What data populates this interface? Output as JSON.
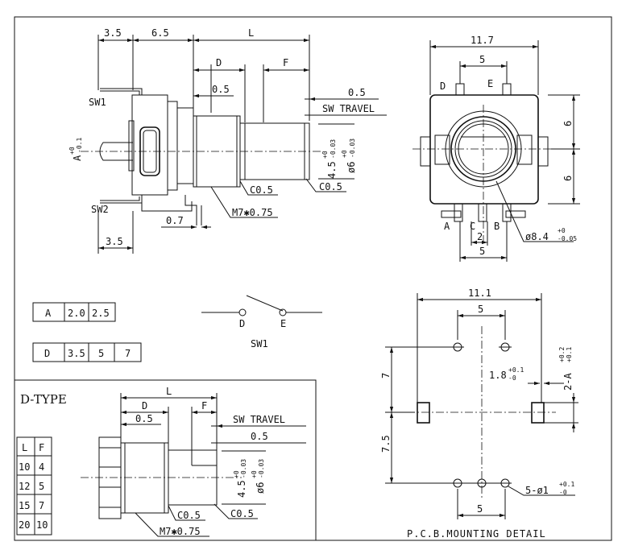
{
  "side_view": {
    "dim_3_5": "3.5",
    "dim_6_5": "6.5",
    "dim_L": "L",
    "dim_D": "D",
    "dim_F": "F",
    "dim_0_5_left": "0.5",
    "dim_0_5_right": "0.5",
    "sw_travel": "SW TRAVEL",
    "sw1": "SW1",
    "sw2": "SW2",
    "tol_A": "A",
    "tol_A_sup": "+0",
    "tol_A_sub": "-0.1",
    "tol_45": "4.5",
    "tol_45_sup": "+0",
    "tol_45_sub": "-0.03",
    "tol_6": "ø6",
    "tol_6_sup": "+0",
    "tol_6_sub": "-0.03",
    "chamfer1": "C0.5",
    "chamfer2": "C0.5",
    "thread": "M7✱0.75",
    "dim_0_7": "0.7",
    "dim_3_5_bottom": "3.5"
  },
  "front_view": {
    "dim_11_7": "11.7",
    "dim_5_top": "5",
    "pin_D": "D",
    "pin_E": "E",
    "dim_6_top": "6",
    "dim_6_bottom": "6",
    "pin_A": "A",
    "pin_C": "C",
    "pin_B": "B",
    "dim_2": "2",
    "dim_5_bottom": "5",
    "dia": "ø8.4",
    "dia_sup": "+0",
    "dia_sub": "-0.05"
  },
  "table_A": {
    "label": "A",
    "values": [
      "2.0",
      "2.5"
    ]
  },
  "table_D": {
    "label": "D",
    "values": [
      "3.5",
      "5",
      "7"
    ]
  },
  "switch": {
    "pin_D": "D",
    "pin_E": "E",
    "name": "SW1"
  },
  "dtype": {
    "title": "D-TYPE",
    "dim_L": "L",
    "dim_D": "D",
    "dim_F": "F",
    "dim_0_5_left": "0.5",
    "sw_travel": "SW TRAVEL",
    "dim_0_5_right": "0.5",
    "tol_45": "4.5",
    "tol_45_sup": "+0",
    "tol_45_sub": "-0.03",
    "tol_6": "ø6",
    "tol_6_sup": "+0",
    "tol_6_sub": "-0.03",
    "chamfer1": "C0.5",
    "chamfer2": "C0.5",
    "thread": "M7✱0.75",
    "table_headers": [
      "L",
      "F"
    ],
    "table_rows": [
      [
        "10",
        "4"
      ],
      [
        "12",
        "5"
      ],
      [
        "15",
        "7"
      ],
      [
        "20",
        "10"
      ]
    ]
  },
  "pcb": {
    "dim_11_1": "11.1",
    "dim_5_top": "5",
    "dim_7": "7",
    "dim_18": "1.8",
    "dim_18_sup": "+0.1",
    "dim_18_sub": "-0",
    "dim_2A": "2-A",
    "dim_2A_sup": "+0.2",
    "dim_2A_sub": "+0.1",
    "dim_7_5": "7.5",
    "holes": "5-ø1",
    "holes_sup": "+0.1",
    "holes_sub": "-0",
    "dim_5_bottom": "5",
    "caption": "P.C.B.MOUNTING DETAIL"
  }
}
